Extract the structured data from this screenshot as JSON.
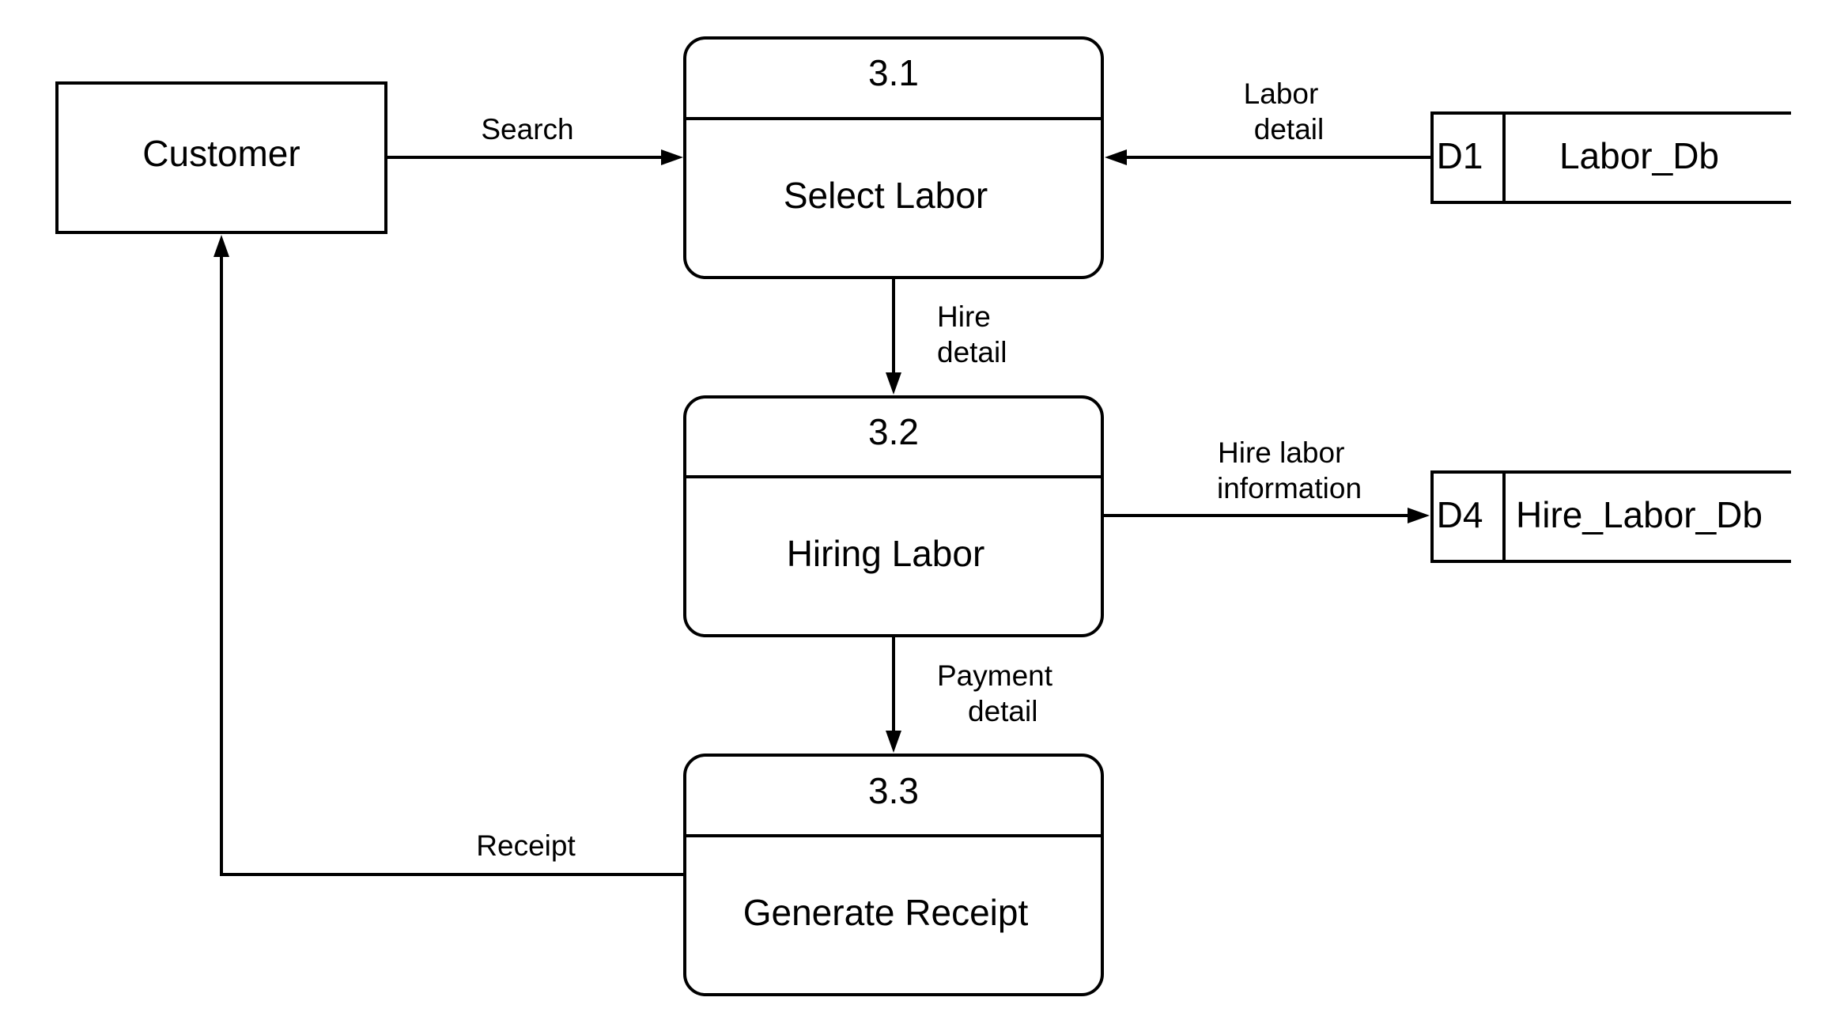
{
  "external_entity": {
    "label": "Customer"
  },
  "processes": [
    {
      "id": "3.1",
      "label": "Select Labor"
    },
    {
      "id": "3.2",
      "label": "Hiring Labor"
    },
    {
      "id": "3.3",
      "label": "Generate Receipt"
    }
  ],
  "data_stores": [
    {
      "id": "D1",
      "label": "Labor_Db"
    },
    {
      "id": "D4",
      "label": "Hire_Labor_Db"
    }
  ],
  "flows": {
    "search": {
      "line1": "Search"
    },
    "labor_detail": {
      "line1": "Labor",
      "line2": "detail"
    },
    "hire_detail": {
      "line1": "Hire",
      "line2": "detail"
    },
    "hire_labor_information": {
      "line1": "Hire labor",
      "line2": "information"
    },
    "payment_detail": {
      "line1": "Payment",
      "line2": "detail"
    },
    "receipt": {
      "line1": "Receipt"
    }
  }
}
